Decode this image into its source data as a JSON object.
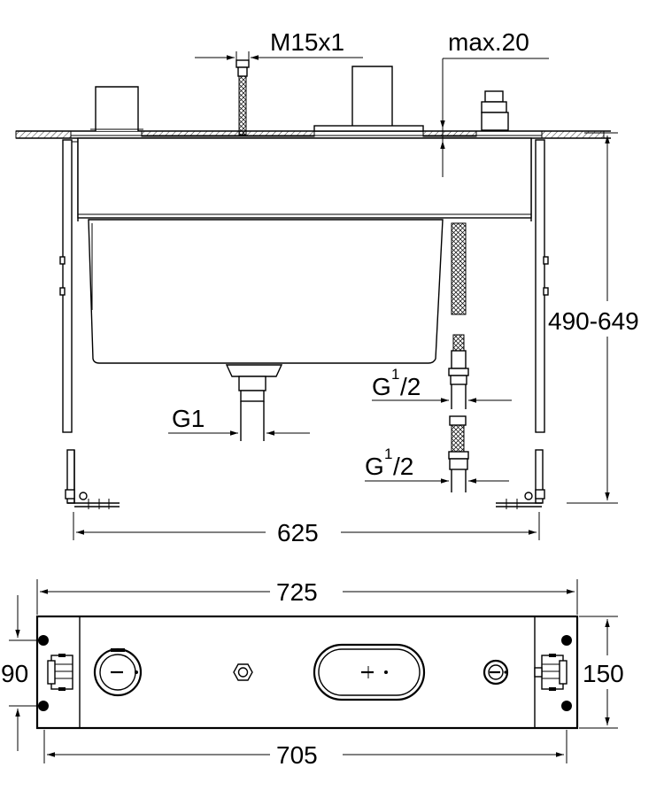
{
  "dimensions": {
    "thread": "M15x1",
    "max_depth": "max.20",
    "height_range": "490-649",
    "drain": "G1",
    "connection_upper": {
      "base": "G",
      "sup": "1",
      "sub": "/2"
    },
    "connection_lower": {
      "base": "G",
      "sup": "1",
      "sub": "/2"
    },
    "front_width": "625",
    "top_outer_width": "725",
    "top_inner_width": "705",
    "left_depth": "90",
    "right_depth": "150"
  },
  "colors": {
    "line": "#000000",
    "background": "#ffffff"
  }
}
